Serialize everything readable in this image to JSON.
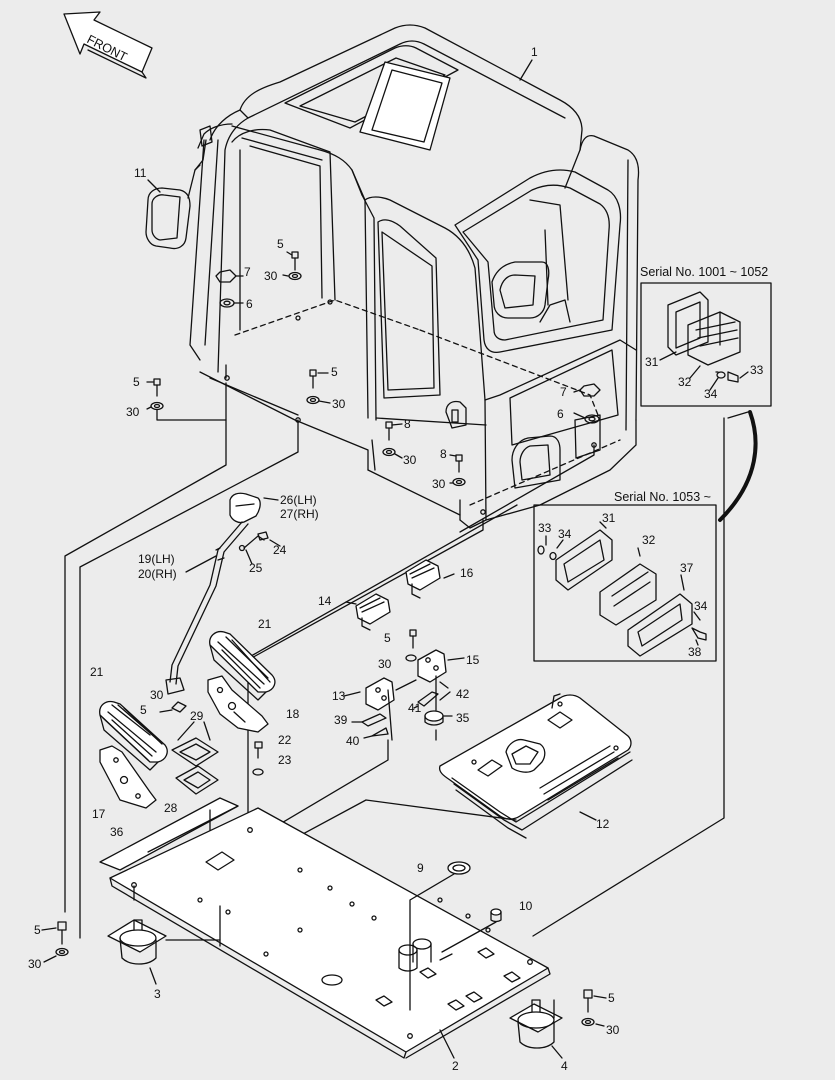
{
  "front_label": "FRONT",
  "insets": [
    {
      "title": "Serial No. 1001 ~ 1052",
      "parts": [
        "31",
        "32",
        "33",
        "34"
      ]
    },
    {
      "title": "Serial No. 1053 ~",
      "parts": [
        "31",
        "32",
        "33",
        "34",
        "37",
        "38",
        "34"
      ]
    }
  ],
  "callouts": {
    "c1": "1",
    "c11": "11",
    "c5a": "5",
    "c30a": "30",
    "c7a": "7",
    "c6a": "6",
    "c5b": "5",
    "c30b": "30",
    "c5c": "5",
    "c30c": "30",
    "c8a": "8",
    "c30d": "30",
    "c8b": "8",
    "c30e": "30",
    "c7b": "7",
    "c6b": "6",
    "c31a": "31",
    "c32a": "32",
    "c33a": "33",
    "c34a": "34",
    "c33b": "33",
    "c34b": "34",
    "c31b": "31",
    "c32b": "32",
    "c37": "37",
    "c34c": "34",
    "c38": "38",
    "c2627": "26(LH)",
    "c2627b": "27(RH)",
    "c24": "24",
    "c25": "25",
    "c1920": "19(LH)",
    "c1920b": "20(RH)",
    "c21a": "21",
    "c21b": "21",
    "c30f": "30",
    "c5d": "5",
    "c29": "29",
    "c18": "18",
    "c22": "22",
    "c23": "23",
    "c17": "17",
    "c28": "28",
    "c36": "36",
    "c14": "14",
    "c16": "16",
    "c5e": "5",
    "c30g": "30",
    "c15": "15",
    "c13": "13",
    "c41": "41",
    "c42": "42",
    "c39": "39",
    "c35": "35",
    "c40": "40",
    "c12": "12",
    "c9": "9",
    "c10": "10",
    "c5f": "5",
    "c30h": "30",
    "c3": "3",
    "c5g": "5",
    "c30i": "30",
    "c4": "4",
    "c2": "2"
  }
}
